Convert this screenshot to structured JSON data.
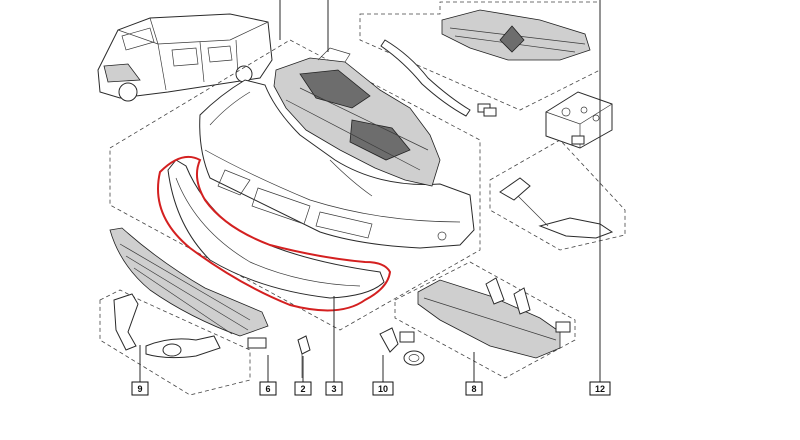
{
  "diagram": {
    "highlight_color": "#d42020",
    "line_color": "#2a2a2a",
    "callouts": [
      {
        "id": "9",
        "label": "9"
      },
      {
        "id": "6",
        "label": "6"
      },
      {
        "id": "2",
        "label": "2"
      },
      {
        "id": "3",
        "label": "3"
      },
      {
        "id": "10",
        "label": "10"
      },
      {
        "id": "8",
        "label": "8"
      },
      {
        "id": "12",
        "label": "12"
      }
    ],
    "highlighted_part": "3"
  }
}
